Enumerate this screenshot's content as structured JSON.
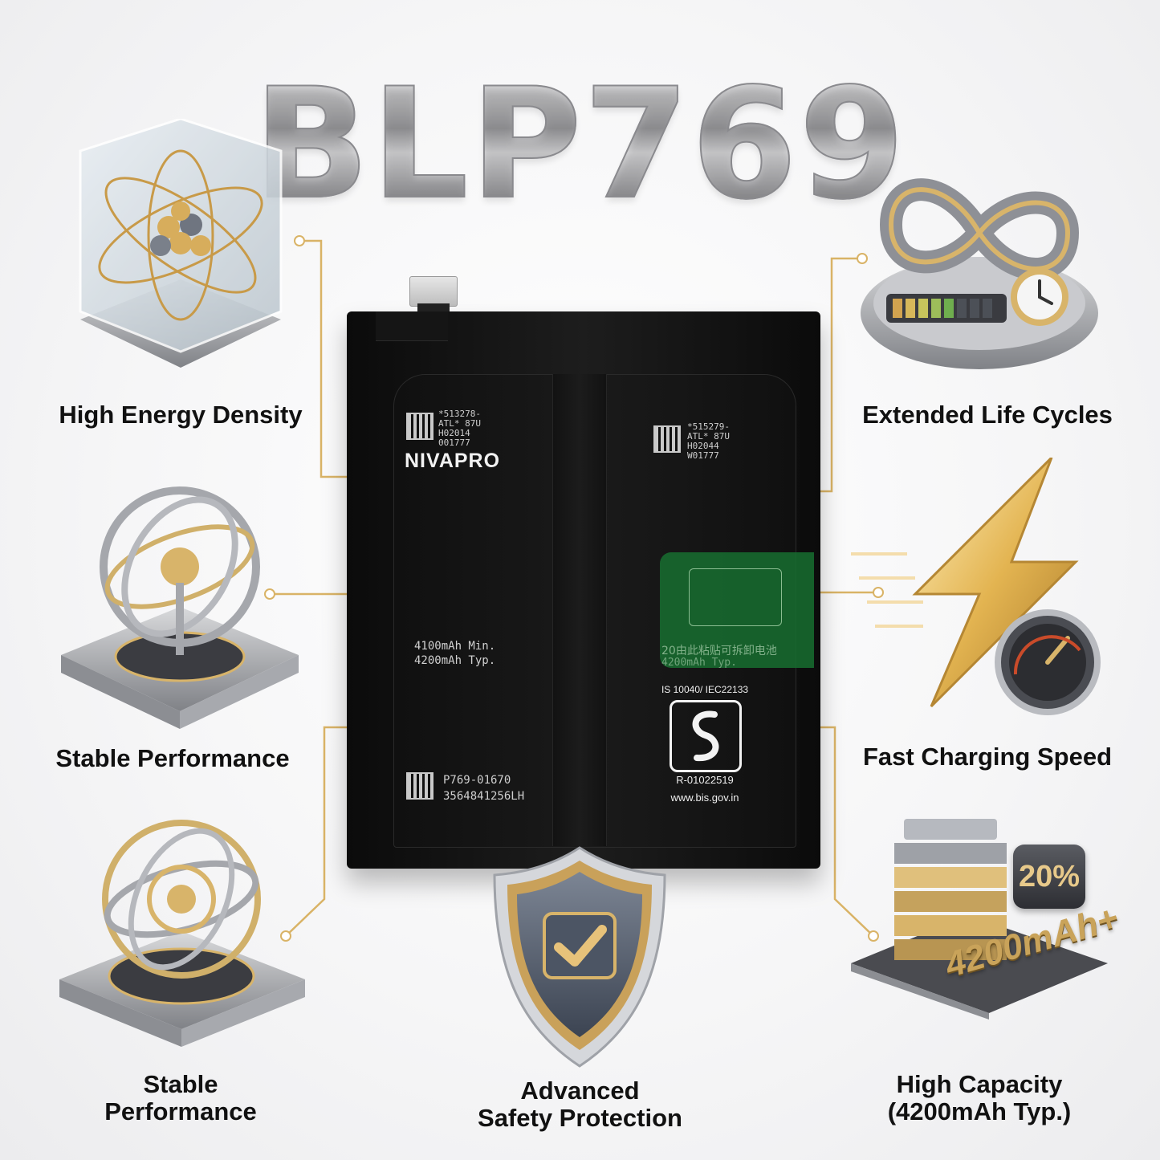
{
  "title": "BLP769",
  "features": {
    "high_energy_density": "High Energy Density",
    "extended_life_cycles": "Extended Life Cycles",
    "stable_performance_1": "Stable Performance",
    "fast_charging_speed": "Fast Charging Speed",
    "stable_performance_2_line1": "Stable",
    "stable_performance_2_line2": "Performance",
    "advanced_safety_line1": "Advanced",
    "advanced_safety_line2": "Safety Protection",
    "high_capacity_line1": "High Capacity",
    "high_capacity_line2": "(4200mAh Typ.)"
  },
  "battery": {
    "brand": "NIVAPRO",
    "label_left": [
      "*513278-",
      "ATL* 87U",
      "H02014",
      "001777"
    ],
    "label_right": [
      "*515279-",
      "ATL* 87U",
      "H02044",
      "W01777"
    ],
    "capacity_min": "4100mAh Min.",
    "capacity_typ": "4200mAh Typ.",
    "serial_1": "P769-01670",
    "serial_2": "3564841256LH",
    "green_text_1": "20由此粘贴可拆卸电池",
    "green_text_2": "4200mAh Typ.",
    "bis_standard": "IS 10040/ IEC22133",
    "bis_registration": "R-01022519",
    "bis_url": "www.bis.gov.in"
  },
  "badges": {
    "percent": "20%",
    "capacity": "4200mAh+"
  },
  "colors": {
    "gold": "#d8b46a",
    "silver": "#a8a9ad",
    "battery_black": "#111111",
    "green_overlay": "#186e30"
  }
}
